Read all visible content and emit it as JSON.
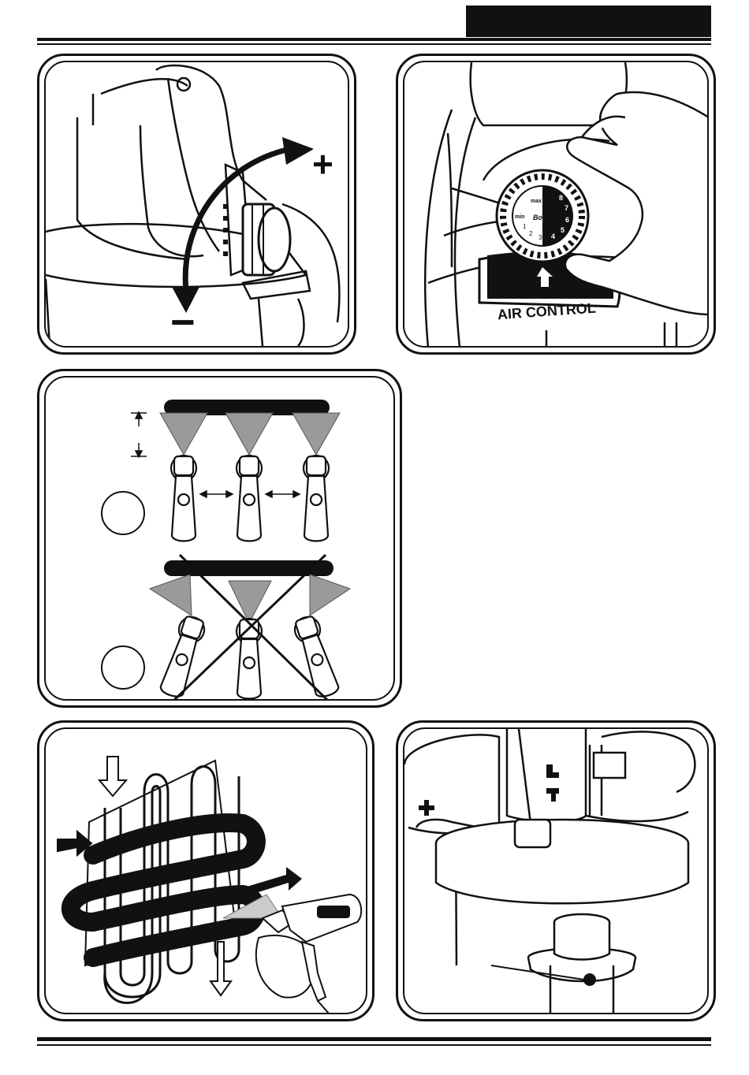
{
  "dial": {
    "brand": "Boost",
    "min_label": "min",
    "max_label": "max",
    "scale": [
      "8",
      "7",
      "6",
      "5",
      "4",
      "3",
      "2",
      "1"
    ]
  },
  "air_control": {
    "label": "AIR CONTROL"
  },
  "pressure": {
    "plus": "+",
    "minus": "−"
  }
}
